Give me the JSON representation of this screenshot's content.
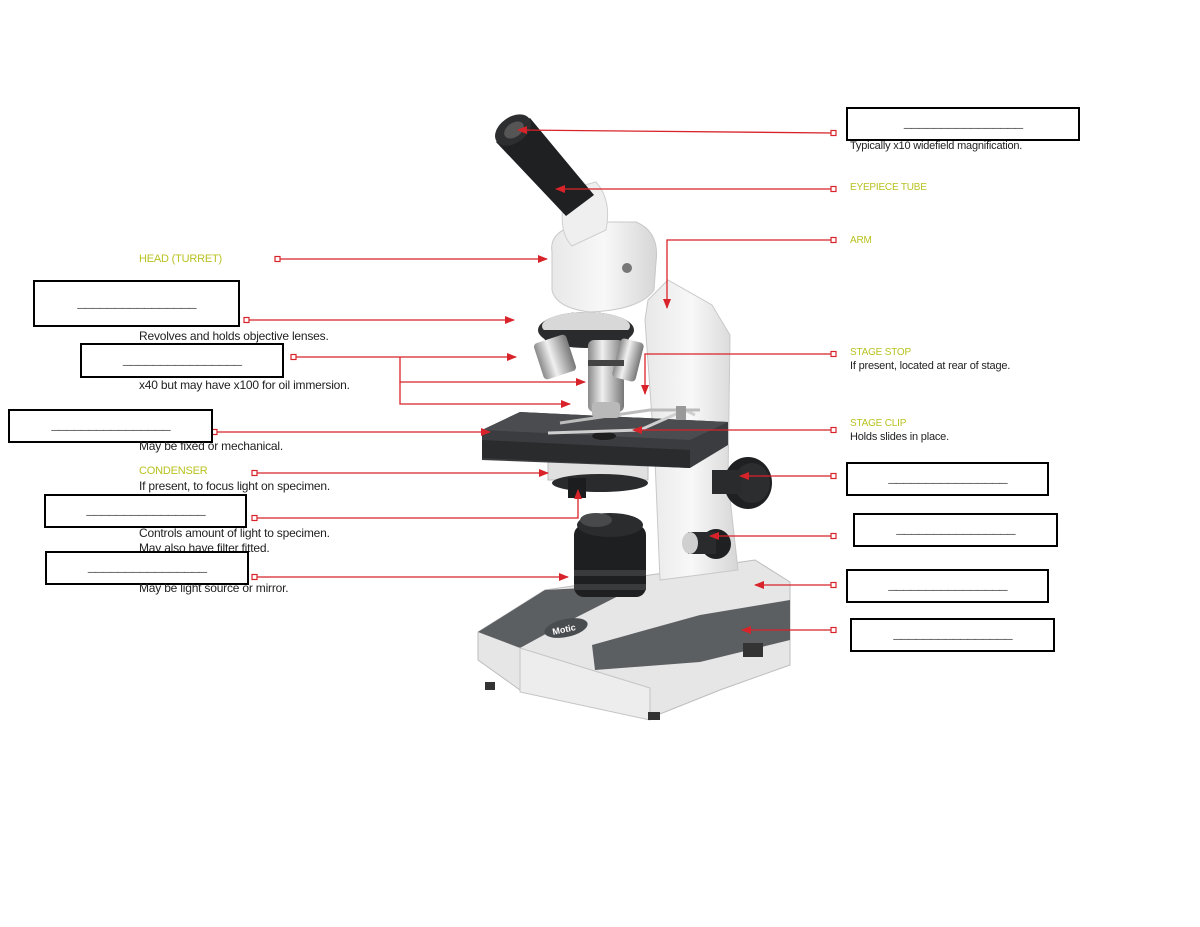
{
  "colors": {
    "label": "#b8c220",
    "arrow": "#d8232a",
    "text": "#222222",
    "box_border": "#000000"
  },
  "labels": {
    "head": "HEAD (TURRET)",
    "condenser": "CONDENSER",
    "eyepiece_tube": "EYEPIECE TUBE",
    "arm": "ARM",
    "stage_stop": "STAGE STOP",
    "stage_clip": "STAGE CLIP"
  },
  "descriptions": {
    "nosepiece": "Revolves and holds objective lenses.",
    "objectives": "x40 but may have x100 for oil immersion.",
    "stage": "May be fixed or mechanical.",
    "condenser": "If present, to focus light on specimen.",
    "diaphragm_1": "Controls amount of light to specimen.",
    "diaphragm_2": "May also have filter fitted.",
    "illuminator": "May be light source or mirror.",
    "eyepiece": "Typically x10 widefield magnification.",
    "stage_stop": "If present, located at rear of stage.",
    "stage_clip": "Holds slides in place."
  },
  "blanks": {
    "eyepiece": "________________",
    "nosepiece": "________________",
    "objectives": "________________",
    "stage": "________________",
    "diaphragm": "________________",
    "illuminator": "________________",
    "coarse_focus": "________________",
    "fine_focus": "________________",
    "base": "________________",
    "power_switch": "________________"
  },
  "brand": "Motic"
}
